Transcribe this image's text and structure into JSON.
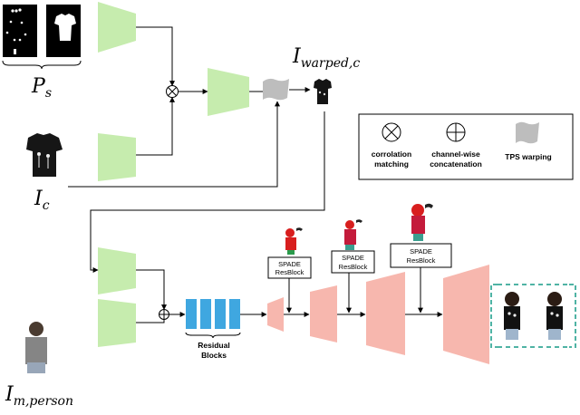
{
  "labels": {
    "ps_main": "P",
    "ps_sub": "s",
    "ic_main": "I",
    "ic_sub": "c",
    "iwarped_main": "I",
    "iwarped_sub": "warped,c",
    "im_main": "I",
    "im_sub": "m,person"
  },
  "legend": {
    "correlation_line1": "corrolation",
    "correlation_line2": "matching",
    "concat_line1": "channel-wise",
    "concat_line2": "concatenation",
    "tps": "TPS warping"
  },
  "spade": {
    "line1": "SPADE",
    "line2": "ResBlock"
  },
  "residual": {
    "line1": "Residual",
    "line2": "Blocks"
  },
  "colors": {
    "encoder_green": "#c6ecae",
    "decoder_pink": "#f7b7ae",
    "residual_blue": "#3fa7e0",
    "tps_gray": "#bdbdbd",
    "output_frame": "#4fb3a4"
  }
}
